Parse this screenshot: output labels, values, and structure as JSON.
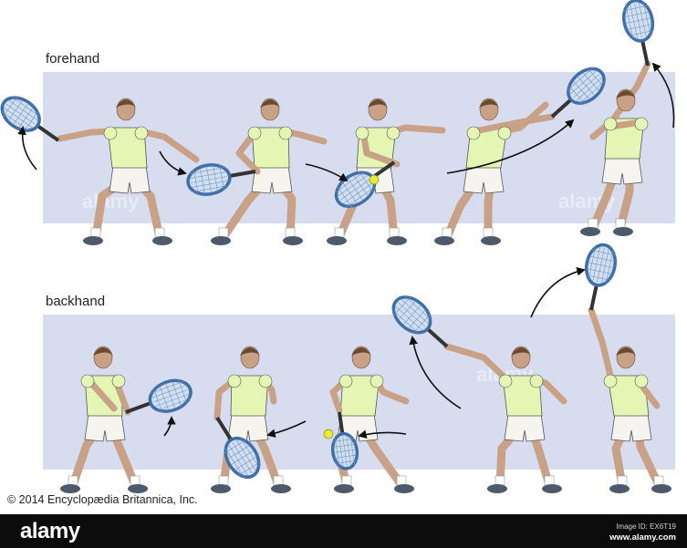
{
  "sections": {
    "forehand": {
      "label": "forehand"
    },
    "backhand": {
      "label": "backhand"
    }
  },
  "copyright": "© 2014 Encyclopædia Britannica, Inc.",
  "footer": {
    "logo": "alamy",
    "image_id": "Image ID: EX6T19",
    "url": "www.alamy.com"
  },
  "watermark": "alamy",
  "colors": {
    "band": "#d7dcef",
    "shirt": "#e4f5b4",
    "shorts": "#f6f4ee",
    "skin": "#c9a186",
    "hair": "#6a4a2d",
    "shoe": "#4d5a6b",
    "racket": "#3f6fa8",
    "ball": "#e8ea3a",
    "footer": "#0c0c0c"
  }
}
